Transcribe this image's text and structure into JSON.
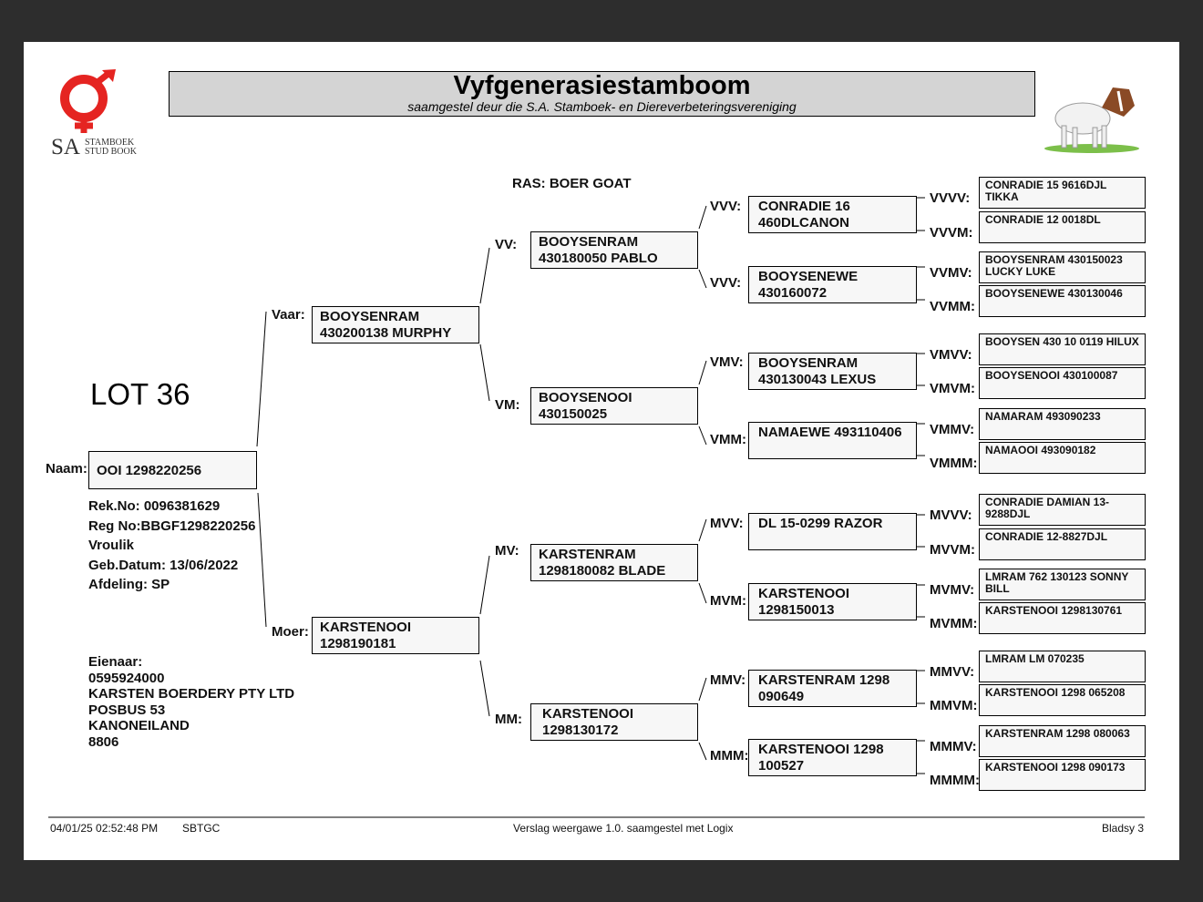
{
  "header": {
    "title": "Vyfgenerasiestamboom",
    "subtitle": "saamgestel deur die S.A. Stamboek- en Diereverbeteringsvereniging"
  },
  "logo": {
    "text": "SA",
    "line1": "STAMBOEK",
    "line2": "STUD BOOK",
    "color": "#e52421"
  },
  "breed": "RAS: BOER GOAT",
  "lot": "LOT 36",
  "animal": {
    "label": "Naam:",
    "name": "OOI 1298220256",
    "rek": "Rek.No: 0096381629",
    "reg": "Reg No:BBGF1298220256",
    "sex": "Vroulik",
    "dob": "Geb.Datum: 13/06/2022",
    "afdeling": "Afdeling: SP"
  },
  "owner": {
    "label": "Eienaar:",
    "lines": [
      "0595924000",
      "KARSTEN BOERDERY PTY LTD",
      "POSBUS 53",
      "KANONEILAND",
      "8806"
    ]
  },
  "gen1": [
    {
      "label": "Vaar:",
      "l1": "BOOYSENRAM",
      "l2": "430200138 MURPHY"
    },
    {
      "label": "Moer:",
      "l1": "KARSTENOOI",
      "l2": "1298190181"
    }
  ],
  "gen2": [
    {
      "label": "VV:",
      "l1": "BOOYSENRAM",
      "l2": "430180050 PABLO"
    },
    {
      "label": "VM:",
      "l1": "BOOYSENOOI",
      "l2": "430150025"
    },
    {
      "label": "MV:",
      "l1": "KARSTENRAM",
      "l2": "1298180082 BLADE"
    },
    {
      "label": "MM:",
      "l1": "KARSTENOOI",
      "l2": "1298130172"
    }
  ],
  "gen3": [
    {
      "label": "VVV:",
      "l1": "CONRADIE 16",
      "l2": "460DLCANON"
    },
    {
      "label": "VVV:",
      "l1": "BOOYSENEWE",
      "l2": "430160072"
    },
    {
      "label": "VMV:",
      "l1": "BOOYSENRAM",
      "l2": "430130043 LEXUS"
    },
    {
      "label": "VMM:",
      "l1": "NAMAEWE 493110406",
      "l2": ""
    },
    {
      "label": "MVV:",
      "l1": "DL 15-0299 RAZOR",
      "l2": ""
    },
    {
      "label": "MVM:",
      "l1": "KARSTENOOI",
      "l2": "1298150013"
    },
    {
      "label": "MMV:",
      "l1": "KARSTENRAM 1298",
      "l2": "090649"
    },
    {
      "label": "MMM:",
      "l1": "KARSTENOOI 1298",
      "l2": "100527"
    }
  ],
  "gen4": [
    {
      "label": "VVVV:",
      "name": "CONRADIE 15 9616DJL TIKKA"
    },
    {
      "label": "VVVM:",
      "name": "CONRADIE 12 0018DL"
    },
    {
      "label": "VVMV:",
      "name": "BOOYSENRAM 430150023 LUCKY LUKE"
    },
    {
      "label": "VVMM:",
      "name": "BOOYSENEWE 430130046"
    },
    {
      "label": "VMVV:",
      "name": "BOOYSEN 430 10 0119 HILUX"
    },
    {
      "label": "VMVM:",
      "name": "BOOYSENOOI 430100087"
    },
    {
      "label": "VMMV:",
      "name": "NAMARAM 493090233"
    },
    {
      "label": "VMMM:",
      "name": "NAMAOOI 493090182"
    },
    {
      "label": "MVVV:",
      "name": "CONRADIE DAMIAN 13-9288DJL"
    },
    {
      "label": "MVVM:",
      "name": "CONRADIE 12-8827DJL"
    },
    {
      "label": "MVMV:",
      "name": "LMRAM 762 130123 SONNY BILL"
    },
    {
      "label": "MVMM:",
      "name": "KARSTENOOI 1298130761"
    },
    {
      "label": "MMVV:",
      "name": "LMRAM LM 070235"
    },
    {
      "label": "MMVM:",
      "name": "KARSTENOOI 1298 065208"
    },
    {
      "label": "MMMV:",
      "name": "KARSTENRAM 1298 080063"
    },
    {
      "label": "MMMM:",
      "name": "KARSTENOOI 1298 090173"
    }
  ],
  "footer": {
    "datetime": "04/01/25 02:52:48 PM",
    "code": "SBTGC",
    "version": "Verslag weergawe 1.0. saamgestel met Logix",
    "page": "Bladsy 3"
  }
}
